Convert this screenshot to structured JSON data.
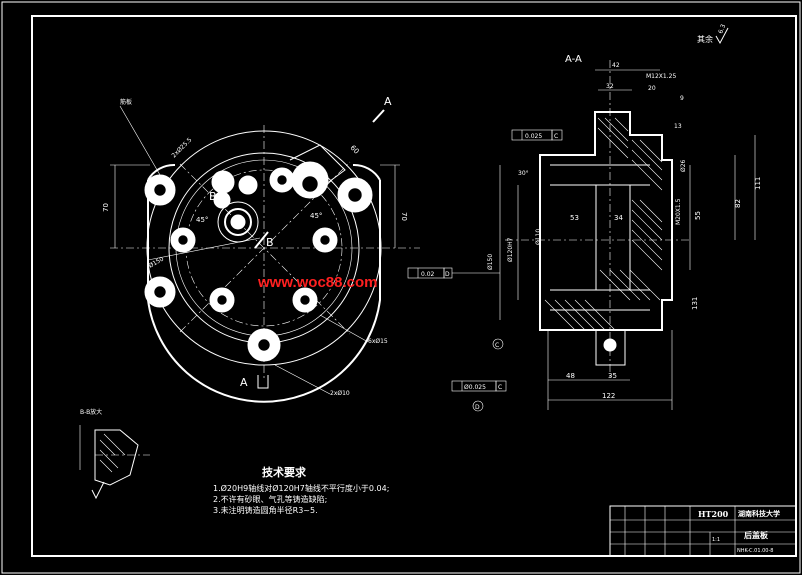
{
  "drawing": {
    "section_label": "A-A",
    "section_mark_a": "A",
    "section_mark_b": "B",
    "roughness_note": "其余",
    "roughness_value": "6.3",
    "watermark": "www.woc88.com",
    "detail_label": "B-B放大",
    "tech_req": {
      "title": "技术要求",
      "items": [
        "1.Ø20H9轴线对Ø120H7轴线不平行度小于0.04;",
        "2.不许有砂眼、气孔等铸造缺陷;",
        "3.未注明铸造圆角半径R3~5."
      ]
    },
    "dims": {
      "d42": "42",
      "d32": "32",
      "m12": "M12X1.25",
      "d20": "20",
      "d9": "9",
      "d13": "13",
      "tol1": "0.025",
      "tol1_ref": "C",
      "d30": "30°",
      "d53": "53",
      "d34": "34",
      "m20": "M20X1.5",
      "d55": "55",
      "d82": "82",
      "d111": "111",
      "d26": "Ø26",
      "d110": "Ø110",
      "d120h7": "Ø120H7",
      "d150": "Ø150",
      "d131": "131",
      "d48": "48",
      "d35": "35",
      "d122": "122",
      "tol2": "0.02",
      "tol2_ref": "D",
      "tol3": "Ø0.025",
      "tol3_ref": "C",
      "d70a": "70",
      "d70b": "70",
      "d45a": "45°",
      "d45b": "45°",
      "d60": "60",
      "d2x50": "2xØ25.5",
      "d150b": "Ø150",
      "d6x15": "6xØ15",
      "d2x10": "2xØ10",
      "side_label": "筋板",
      "ref_c": "C",
      "ref_d": "D"
    },
    "title_block": {
      "material": "HT200",
      "school": "湖南科技大学",
      "part_name": "后盖板",
      "drawing_no": "NHK-C.01.00-8",
      "scale": "1:1"
    }
  }
}
